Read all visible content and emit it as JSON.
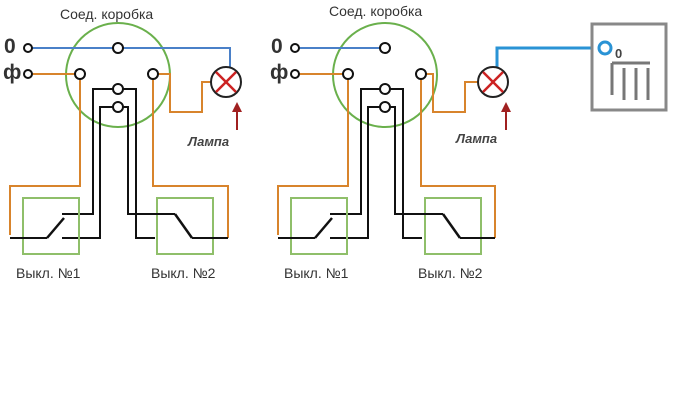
{
  "colors": {
    "neutral_wire": "#4a80c8",
    "phase_wire": "#d8842c",
    "switch_wire": "#111111",
    "box_outline": "#6ab04c",
    "switch_frame": "#8fbf6a",
    "lamp_cross": "#cc2222",
    "arrow": "#a02020",
    "radiator": "#888888",
    "radiator_wire": "#2a93d5"
  },
  "diagrams": [
    {
      "junction_box_label": "Соед. коробка",
      "neutral_terminal": "0",
      "phase_terminal": "ф",
      "lamp_label": "Лампа",
      "switch1_label": "Выкл. №1",
      "switch2_label": "Выкл. №2"
    },
    {
      "junction_box_label": "Соед. коробка",
      "neutral_terminal": "0",
      "phase_terminal": "ф",
      "lamp_label": "Лампа",
      "switch1_label": "Выкл. №1",
      "switch2_label": "Выкл. №2",
      "radiator_terminal": "0"
    }
  ]
}
